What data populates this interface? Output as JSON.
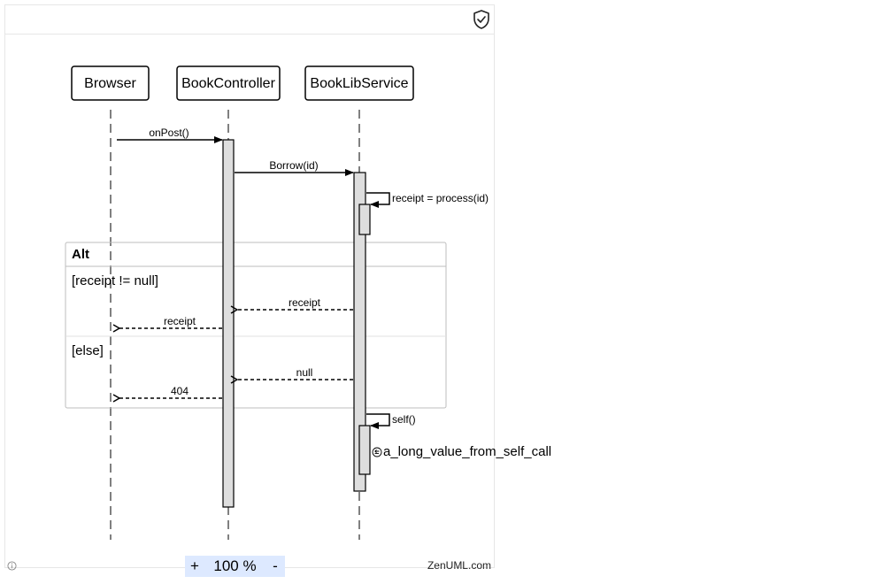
{
  "toolbar": {
    "privacy_icon": "shield-check-icon"
  },
  "participants": [
    "Browser",
    "BookController",
    "BookLibService"
  ],
  "messages": {
    "onpost": "onPost()",
    "borrow": "Borrow(id)",
    "process": "receipt = process(id)",
    "receipt_return_service": "receipt",
    "receipt_return_controller": "receipt",
    "null_return": "null",
    "not_found_return": "404",
    "self_call": "self()",
    "self_return_value": "a_long_value_from_self_call"
  },
  "fragment": {
    "type": "Alt",
    "condition_1": "[receipt != null]",
    "condition_2": "[else]"
  },
  "footer": {
    "info_icon": "info-icon",
    "zoom_in": "+",
    "zoom_level": "100 %",
    "zoom_out": "-",
    "brand": "ZenUML.com"
  }
}
